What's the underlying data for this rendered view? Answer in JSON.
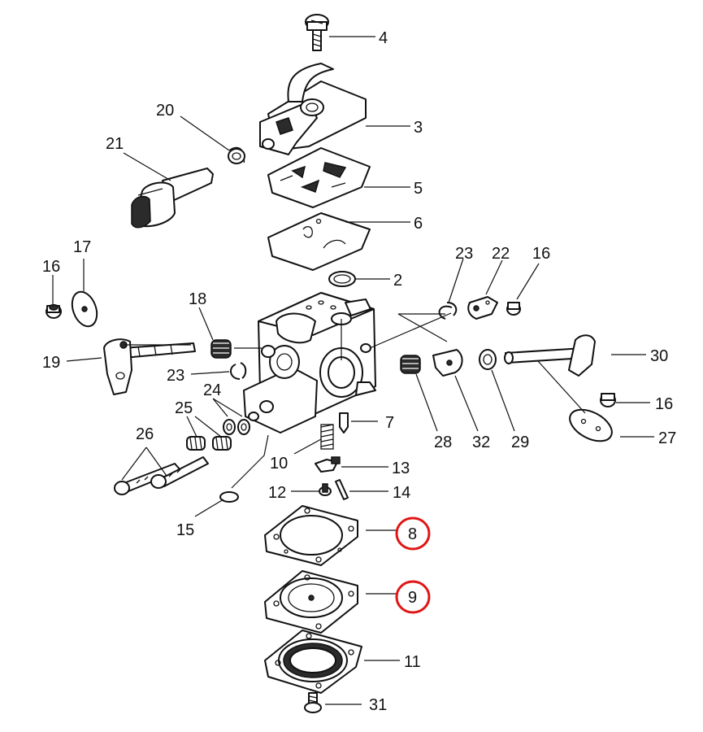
{
  "callouts": {
    "c4": "4",
    "c3": "3",
    "c20": "20",
    "c21": "21",
    "c5": "5",
    "c6": "6",
    "c2": "2",
    "c17": "17",
    "c16a": "16",
    "c23a": "23",
    "c22": "22",
    "c16b": "16",
    "c18": "18",
    "c19": "19",
    "c30": "30",
    "c23b": "23",
    "c24": "24",
    "c25": "25",
    "c26": "26",
    "c28": "28",
    "c32": "32",
    "c29": "29",
    "c16c": "16",
    "c27": "27",
    "c7": "7",
    "c10": "10",
    "c13": "13",
    "c12": "12",
    "c14": "14",
    "c15": "15",
    "c8": "8",
    "c9": "9",
    "c11": "11",
    "c31": "31"
  },
  "highlighted_parts": [
    "8",
    "9"
  ],
  "colors": {
    "highlight": "#e01515",
    "line": "#111111",
    "background": "#ffffff"
  }
}
